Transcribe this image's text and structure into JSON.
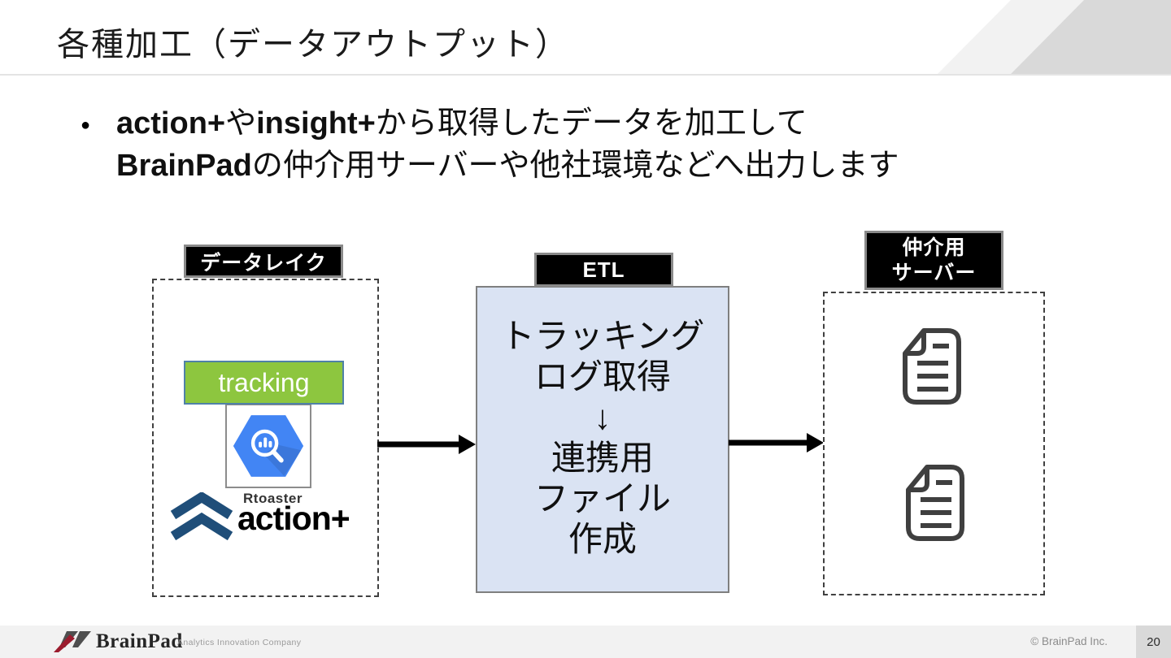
{
  "header": {
    "title": "各種加工（データアウトプット）"
  },
  "bullet": {
    "marker": "●",
    "line1": [
      "action+",
      "や",
      "insight+",
      "から取得したデータを加工して"
    ],
    "line2": [
      "BrainPad",
      "の仲介用サーバーや他社環境などへ出力します"
    ]
  },
  "diagram": {
    "data_lake": {
      "label": "データレイク",
      "tracking": "tracking",
      "rtoaster_brand": "Rtoaster",
      "rtoaster_product": "action+"
    },
    "etl": {
      "label": "ETL",
      "lines": [
        "トラッキング",
        "ログ取得",
        "↓",
        "連携用",
        "ファイル",
        "作成"
      ]
    },
    "proxy": {
      "label_line1": "仲介用",
      "label_line2": "サーバー"
    }
  },
  "footer": {
    "logo": "BrainPad",
    "tagline": "Analytics Innovation Company",
    "copyright": "© BrainPad Inc.",
    "page": "20"
  },
  "icons": {
    "bigquery": "bigquery-hexagon-magnifier-icon",
    "document": "document-file-icon",
    "arrow": "arrow-right-icon",
    "rtoaster": "double-chevron-icon",
    "brainpad": "brainpad-mark-icon",
    "header_decor": "diagonal-stripes-decor"
  },
  "colors": {
    "tracking_fill": "#8dc63f",
    "tracking_border": "#4f81a8",
    "etl_fill": "#dae3f3",
    "etl_border": "#7f7f7f",
    "label_bg": "#000000",
    "label_border": "#8a8a8a",
    "bigquery_blue": "#4285f4",
    "rtoaster_navy": "#1f4e79",
    "brand_red": "#9b1c2e",
    "footer_bg": "#f2f2f2",
    "page_box_bg": "#d9d9d9",
    "decor_light": "#f2f2f2",
    "decor_dark": "#d9d9d9"
  }
}
